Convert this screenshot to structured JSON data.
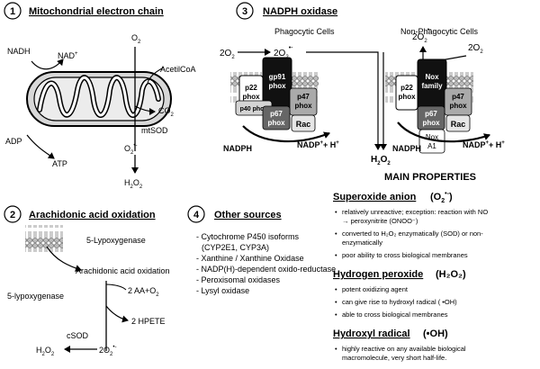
{
  "s1": {
    "num": "1",
    "title": "Mitochondrial electron chain",
    "nad": "NAD",
    "nadh": "NADH",
    "adp": "ADP",
    "atp": "ATP",
    "acetil": "AcetilCoA",
    "mtsod": "mtSOD",
    "o2": "O",
    "sub2": "2",
    "co2": "CO",
    "h2o2_h": "H",
    "h2o2_o": "O",
    "sup": "+",
    "dot": "•-"
  },
  "s2": {
    "num": "2",
    "title": "Arachidonic acid oxidation",
    "lox1": "5-Lypoxygenase",
    "aa": "Arachidonic acid oxidation",
    "lox2": "5-lypoxygenase",
    "aao2a": "2 AA+O",
    "hpete": "2 HPETE",
    "csod": "cSOD",
    "two": "2O"
  },
  "s3": {
    "num": "3",
    "title": "NADPH oxidase",
    "phag": "Phagocytic Cells",
    "nonphag": "Non-Phagocytic Cells",
    "o2a": "2O",
    "gp91a": "gp91",
    "gp91b": "phox",
    "p22a": "p22",
    "p22b": "phox",
    "p40": "p40 phox",
    "p47a": "p47",
    "p47b": "phox",
    "p67a": "p67",
    "p67b": "phox",
    "rac": "Rac",
    "nadph": "NADPH",
    "nadp": "NADP",
    "h": "+ H",
    "noxa": "Nox",
    "noxb": "family",
    "nox1a": "Nox",
    "nox1b": "A1",
    "h2o2": "H2O2"
  },
  "s4": {
    "num": "4",
    "title": "Other sources",
    "items": [
      "- Cytochrome P450 isoforms",
      "(CYP2E1,  CYP3A)",
      "- Xanthine / Xanthine Oxidase",
      "- NADP(H)-dependent oxido-reductase",
      "- Peroxisomal oxidases",
      "- Lysyl oxidase"
    ]
  },
  "props": {
    "title": "MAIN PROPERTIES",
    "sup_title": "Superoxide anion",
    "sup_formula": "(O",
    "sup_items": [
      "relatively unreactive; exception: reaction with NO",
      "→ peroxynitrite (ONOO⁻)",
      "converted to H₂O₂ enzymatically  (SOD) or non-",
      "enzymatically",
      "poor ability to cross biological membranes"
    ],
    "hp_title": "Hydrogen peroxide",
    "hp_formula": "(H₂O₂)",
    "hp_items": [
      "potent oxidizing agent",
      "can give rise to hydroxyl radical  ( •OH)",
      "able to  cross biological membranes"
    ],
    "hr_title": "Hydroxyl radical",
    "hr_formula": "(•OH)",
    "hr_items": [
      "highly  reactive  on  any  available  biological",
      "macromolecule, very short half-life."
    ]
  }
}
